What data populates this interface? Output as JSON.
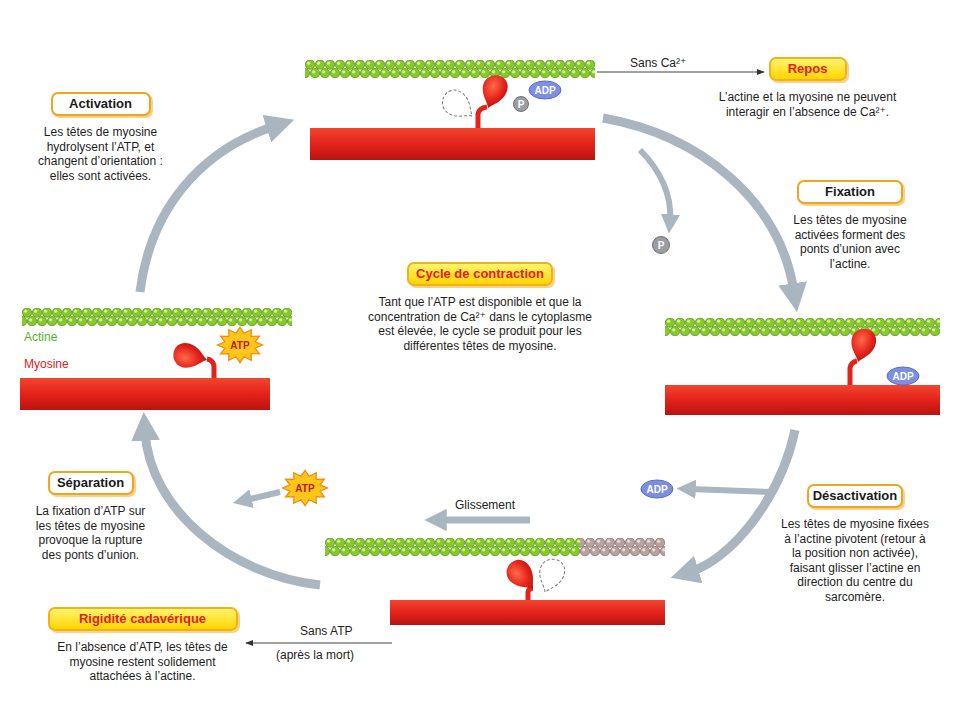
{
  "diagram": {
    "nodes": [
      {
        "text": [
          "Activation",
          "Les têtes de myosine hydrolysent l’ATP, et changent d’orientation : elles sont activées."
        ]
      },
      {
        "text": [
          "ADP"
        ]
      },
      {
        "text": [
          "P"
        ]
      },
      {
        "text": [
          "Repos",
          "L’actine et la myosine ne peuvent interagir en l’absence de Ca²⁺."
        ]
      },
      {
        "text": [
          "Fixation",
          "Les têtes de myosine activées forment des ponts d’union avec l’actine."
        ]
      },
      {
        "text": [
          "P"
        ]
      },
      {
        "text": [
          "Cycle de contraction",
          "Tant que l’ATP est disponible et que la concentration de Ca²⁺ dans le cytoplasme est élevée, le cycle se produit pour les différentes têtes de myosine."
        ]
      },
      {
        "text": [
          "ATP"
        ]
      },
      {
        "text": [
          "ADP"
        ]
      },
      {
        "text": [
          "Séparation",
          "La fixation d’ATP sur les têtes de myosine provoque la rupture des ponts d’union."
        ]
      },
      {
        "text": [
          "ATP"
        ]
      },
      {
        "text": [
          "ADP"
        ]
      },
      {
        "text": [
          "Désactivation",
          "Les têtes de myosine fixées à l’actine pivotent (retour à la position non activée), faisant glisser l’actine en direction du centre du sarcomère."
        ]
      },
      {
        "text": [
          "Rigidité cadavérique",
          "En l’absence d’ATP, les têtes de myosine restent solidement attachées à l’actine."
        ]
      }
    ],
    "labels": [
      "Sans Ca²⁺",
      "Actine",
      "Myosine",
      "Glissement",
      "Sans ATP",
      "(après la mort)"
    ]
  }
}
